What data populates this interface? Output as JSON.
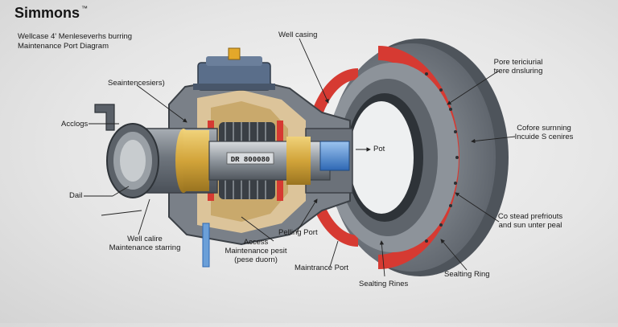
{
  "header": {
    "brand": "Simmons",
    "brand_mark": "™",
    "subtitle_line1": "Wellcase 4' Menleseverhs burring",
    "subtitle_line2": "Maintenance Port Diagram"
  },
  "body_stamp": "DR 800080",
  "labels": {
    "well_casing": "Well casing",
    "pore_line1": "Pore tericiurial",
    "pore_line2": "trere dnsluring",
    "seaintencesiers": "Seaintencesiers)",
    "acclogs": "Acclogs",
    "cofore_line1": "Cofore surnning",
    "cofore_line2": "Incuide S cenires",
    "port": "Pot",
    "dail": "Dail",
    "co_stead_line1": "Co stead prefriouts",
    "co_stead_line2": "and sun unter peal",
    "pelling_port": "Pelling Port",
    "well_calire_line1": "Well calire",
    "well_calire_line2": "Maintenance starring",
    "access_line1": "Access",
    "access_line2": "Maintenance pesit",
    "access_line3": "(pese duorn)",
    "maintrance_port": "Maintrance Port",
    "sealing_rines": "Sealting Rines",
    "sealing_ring": "Sealting Ring"
  },
  "colors": {
    "steel_dark": "#4a5058",
    "steel_mid": "#7d848c",
    "steel_light": "#b4b9be",
    "seal_red": "#d63a32",
    "brass": "#d2a43a",
    "beige": "#dcc49a",
    "blue_port": "#4a86d0",
    "valve_blue": "#5a6e8a"
  }
}
